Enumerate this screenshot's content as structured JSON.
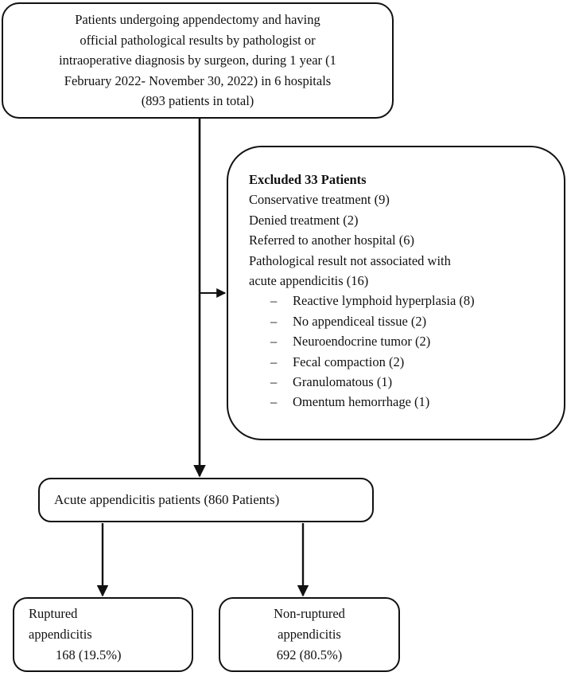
{
  "diagram": {
    "title": "Appendectomy patient flow diagram",
    "stroke_color": "#111111",
    "background_color": "#ffffff"
  },
  "nodes": {
    "enrollment": {
      "lines": [
        "Patients undergoing appendectomy and having",
        "official pathological results by pathologist or",
        "intraoperative diagnosis by surgeon, during 1 year (1",
        "February 2022- November 30, 2022) in 6 hospitals",
        "(893 patients in total)"
      ],
      "total_patients": 893
    },
    "excluded": {
      "header": "Excluded 33 Patients",
      "count": 33,
      "reasons": [
        {
          "label": "Conservative treatment (9)",
          "n": 9
        },
        {
          "label": "Denied treatment (2)",
          "n": 2
        },
        {
          "label": "Referred to another hospital (6)",
          "n": 6
        },
        {
          "label": "Pathological result not associated with",
          "n": null
        },
        {
          "label": "acute appendicitis (16)",
          "n": 16
        }
      ],
      "bullet": "–",
      "sub_reasons": [
        {
          "label": "Reactive lymphoid hyperplasia (8)",
          "n": 8
        },
        {
          "label": "No appendiceal tissue (2)",
          "n": 2
        },
        {
          "label": "Neuroendocrine tumor (2)",
          "n": 2
        },
        {
          "label": "Fecal compaction (2)",
          "n": 2
        },
        {
          "label": "Granulomatous (1)",
          "n": 1
        },
        {
          "label": "Omentum hemorrhage (1)",
          "n": 1
        }
      ]
    },
    "acute": {
      "label": "Acute appendicitis patients (860 Patients)",
      "n": 860
    },
    "ruptured": {
      "line1": "Ruptured",
      "line2": "appendicitis",
      "line3": "168 (19.5%)",
      "n": 168,
      "percent": "19.5%"
    },
    "nonruptured": {
      "line1": "Non-ruptured",
      "line2": "appendicitis",
      "line3": "692 (80.5%)",
      "n": 692,
      "percent": "80.5%"
    }
  }
}
